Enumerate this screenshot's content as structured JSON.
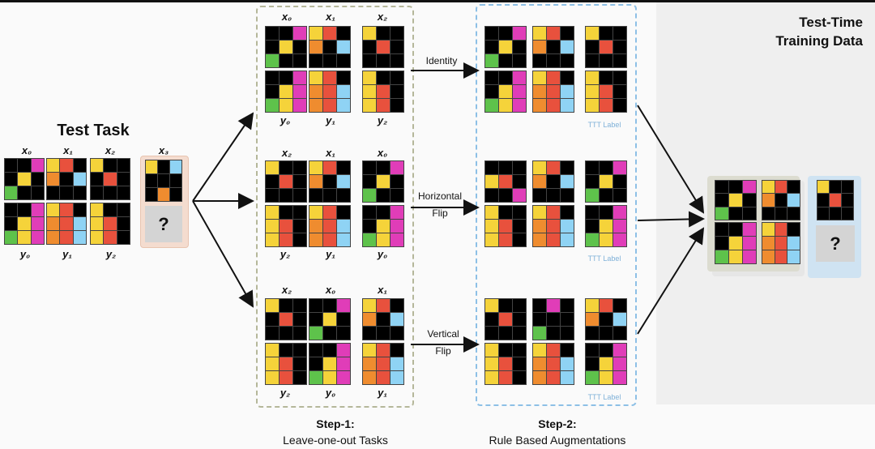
{
  "right_title": [
    "Test-Time",
    "Training Data"
  ],
  "test_task_title": "Test Task",
  "step1": {
    "title": "Step-1:",
    "subtitle": "Leave-one-out Tasks"
  },
  "step2": {
    "title": "Step-2:",
    "subtitle": "Rule Based Augmentations"
  },
  "aug_labels": {
    "identity": "Identity",
    "hflip_1": "Horizontal",
    "hflip_2": "Flip",
    "vflip_1": "Vertical",
    "vflip_2": "Flip"
  },
  "ttt_label": "TTT Label",
  "question_mark": "?",
  "test_task_labels": {
    "x0": "x₀",
    "x1": "x₁",
    "x2": "x₂",
    "x3": "x₃",
    "y0": "y₀",
    "y1": "y₁",
    "y2": "y₂"
  },
  "row1_labels": {
    "top": [
      "x₀",
      "x₁",
      "x₂"
    ],
    "bottom": [
      "y₀",
      "y₁",
      "y₂"
    ]
  },
  "row2_labels": {
    "top": [
      "x₂",
      "x₁",
      "x₀"
    ],
    "bottom": [
      "y₂",
      "y₁",
      "y₀"
    ]
  },
  "row3_labels": {
    "top": [
      "x₂",
      "x₀",
      "x₁"
    ],
    "bottom": [
      "y₂",
      "y₀",
      "y₁"
    ]
  },
  "colors": {
    "black": "#000000",
    "yellow": "#f5d33a",
    "red": "#e8513d",
    "pink": "#e03db8",
    "green": "#5ec24b",
    "blue": "#8fd3f4",
    "orange": "#ef8c2f",
    "gray": "#d4d4d4",
    "dash_green": "#b5b79a",
    "dash_blue": "#8dc0e6"
  }
}
